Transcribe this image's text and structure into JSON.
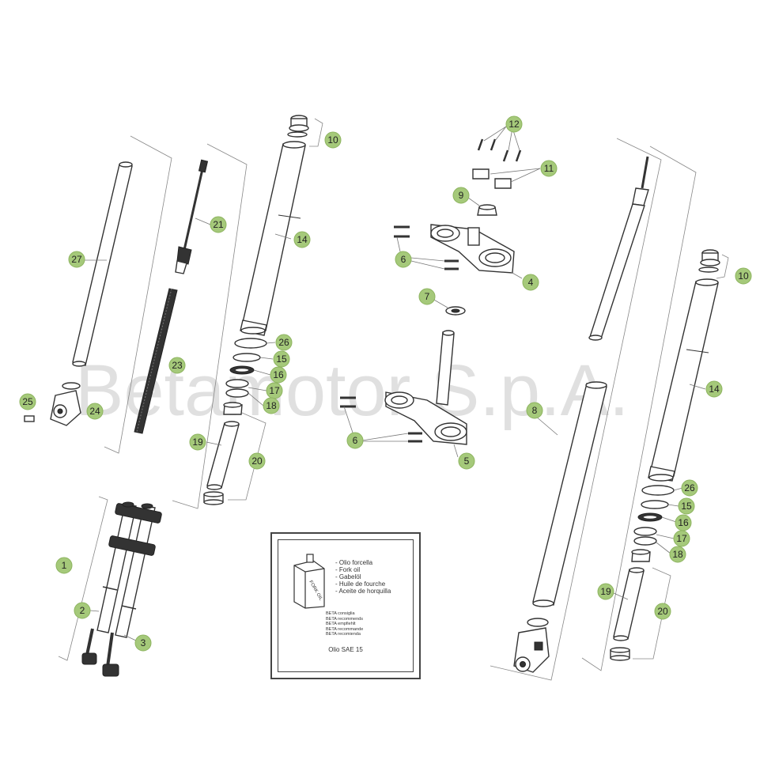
{
  "watermark": "Betamotor S.p.A.",
  "callouts": [
    {
      "id": "c1",
      "label": "1"
    },
    {
      "id": "c2",
      "label": "2"
    },
    {
      "id": "c3",
      "label": "3"
    },
    {
      "id": "c4",
      "label": "4"
    },
    {
      "id": "c5",
      "label": "5"
    },
    {
      "id": "c6a",
      "label": "6"
    },
    {
      "id": "c6b",
      "label": "6"
    },
    {
      "id": "c7",
      "label": "7"
    },
    {
      "id": "c8",
      "label": "8"
    },
    {
      "id": "c9",
      "label": "9"
    },
    {
      "id": "c10a",
      "label": "10"
    },
    {
      "id": "c10b",
      "label": "10"
    },
    {
      "id": "c11",
      "label": "11"
    },
    {
      "id": "c12",
      "label": "12"
    },
    {
      "id": "c14a",
      "label": "14"
    },
    {
      "id": "c14b",
      "label": "14"
    },
    {
      "id": "c15a",
      "label": "15"
    },
    {
      "id": "c15b",
      "label": "15"
    },
    {
      "id": "c16a",
      "label": "16"
    },
    {
      "id": "c16b",
      "label": "16"
    },
    {
      "id": "c17a",
      "label": "17"
    },
    {
      "id": "c17b",
      "label": "17"
    },
    {
      "id": "c18a",
      "label": "18"
    },
    {
      "id": "c18b",
      "label": "18"
    },
    {
      "id": "c19a",
      "label": "19"
    },
    {
      "id": "c19b",
      "label": "19"
    },
    {
      "id": "c20a",
      "label": "20"
    },
    {
      "id": "c20b",
      "label": "20"
    },
    {
      "id": "c21",
      "label": "21"
    },
    {
      "id": "c23",
      "label": "23"
    },
    {
      "id": "c24",
      "label": "24"
    },
    {
      "id": "c25",
      "label": "25"
    },
    {
      "id": "c26a",
      "label": "26"
    },
    {
      "id": "c26b",
      "label": "26"
    },
    {
      "id": "c27",
      "label": "27"
    }
  ],
  "oil_note": {
    "can_label": "FORK OIL",
    "languages": [
      "- Olio forcella",
      "- Fork oil",
      "- Gabelöl",
      "- Huile de fourche",
      "- Aceite de horquilla"
    ],
    "recommendations": [
      "BETA consiglia",
      "BETA recommends",
      "BETA empfiehlt",
      "BETA recommande",
      "BETA recomienda"
    ],
    "grade": "Olio SAE 15"
  }
}
